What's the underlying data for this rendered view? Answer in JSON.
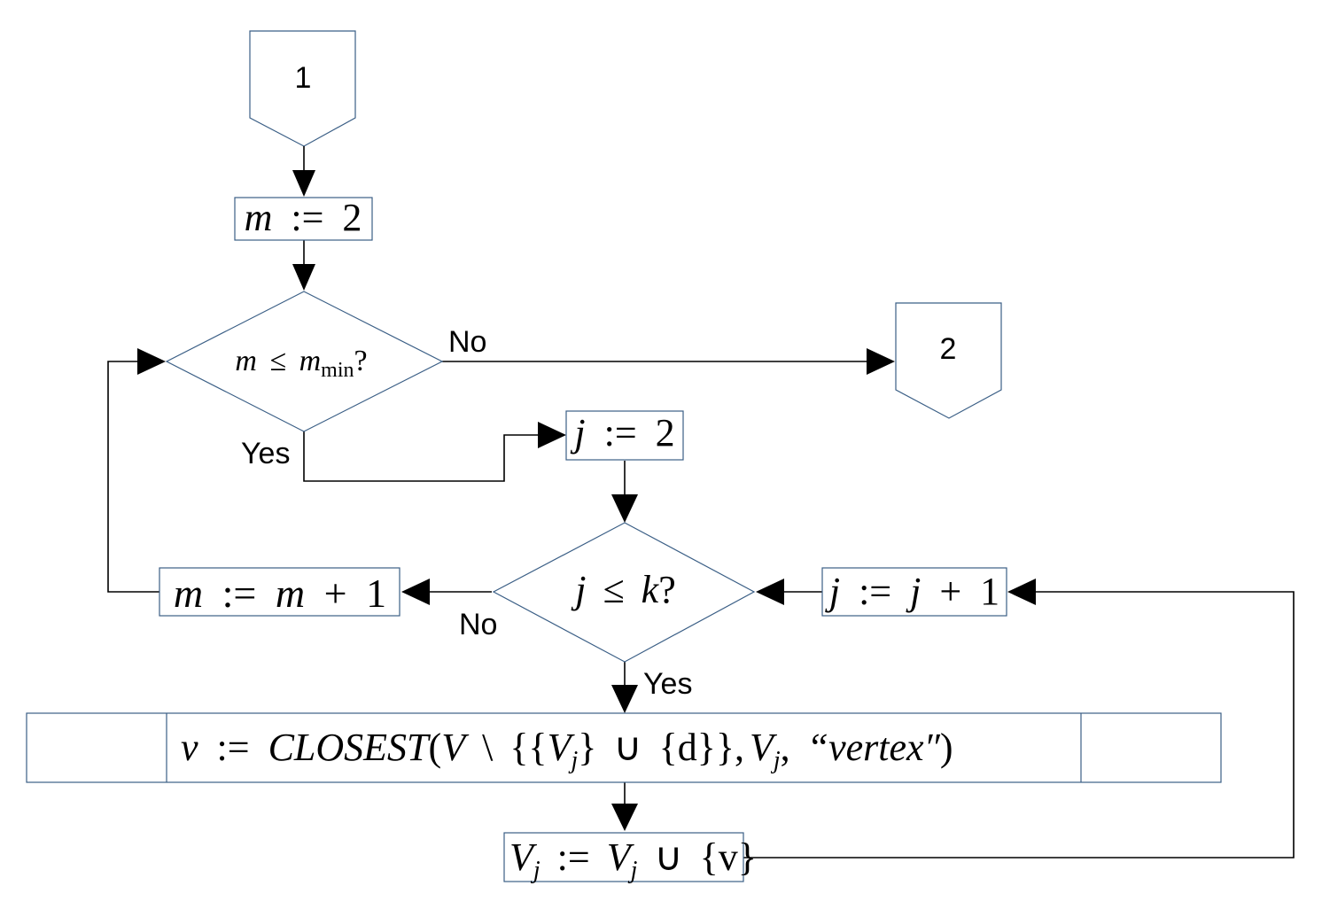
{
  "connectors": {
    "start": "1",
    "end": "2"
  },
  "nodes": {
    "init_m": {
      "lhs": "m",
      "op": ":=",
      "rhs": "2"
    },
    "cond_m": {
      "var": "m",
      "op": "≤",
      "rhs": "m",
      "sub": "min",
      "q": "?"
    },
    "init_j": {
      "lhs": "j",
      "op": ":=",
      "rhs": "2"
    },
    "cond_j": {
      "lhs": "j",
      "op": "≤",
      "rhs": "k",
      "q": "?"
    },
    "inc_m": {
      "lhs": "m",
      "op": ":=",
      "rhs": "m",
      "plus": "+",
      "one": "1"
    },
    "inc_j": {
      "lhs": "j",
      "op": ":=",
      "rhs": "j",
      "plus": "+",
      "one": "1"
    },
    "closest": {
      "v": "v",
      "op": ":=",
      "fn": "CLOSEST",
      "open": "(",
      "V": "V",
      "setminus": "\\",
      "lb": "{{",
      "Vj": "V",
      "j": "j",
      "rb": "}",
      "cup": "∪",
      "d": "{d}}",
      "comma": ",",
      "Vj2": "V",
      "j2": "j",
      "comma2": ",",
      "str": "“vertex″",
      "close": ")"
    },
    "update_V": {
      "V": "V",
      "j": "j",
      "op": ":=",
      "V2": "V",
      "j2": "j",
      "cup": "∪",
      "set": "{v}"
    }
  },
  "labels": {
    "no_m": "No",
    "yes_m": "Yes",
    "no_j": "No",
    "yes_j": "Yes"
  }
}
